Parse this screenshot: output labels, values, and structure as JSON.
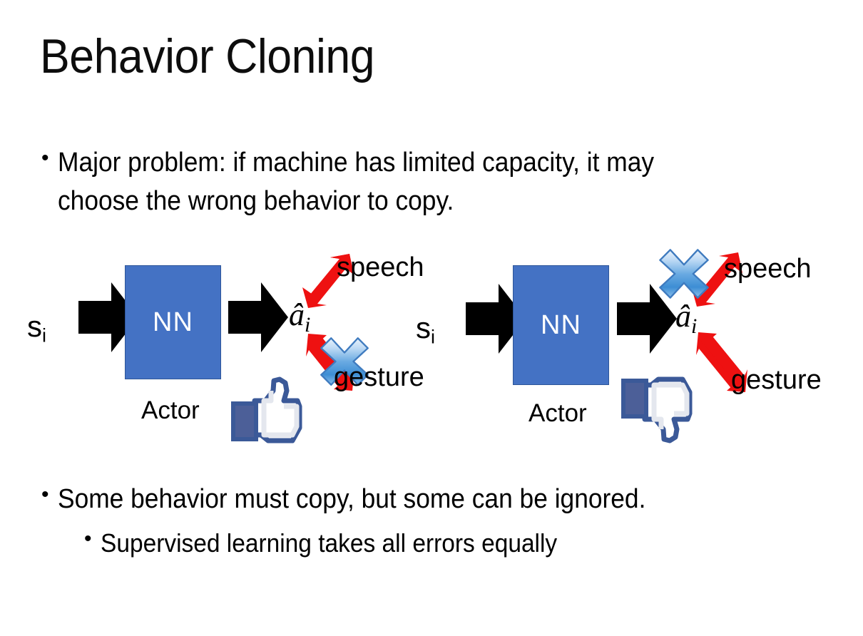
{
  "slide": {
    "title": "Behavior Cloning",
    "background_color": "#ffffff",
    "text_color": "#000000"
  },
  "bullets": {
    "top": {
      "marker": "•",
      "text": "Major problem: if machine has limited capacity, it may choose the wrong behavior to copy."
    },
    "bottom": {
      "marker": "•",
      "text": "Some behavior must copy, but some can be ignored."
    },
    "sub": {
      "marker": "•",
      "text": "Supervised learning takes all errors equally"
    }
  },
  "colors": {
    "nn_box_fill": "#4472C4",
    "nn_box_border": "#2e5699",
    "arrow_black": "#000000",
    "arrow_red": "#ee1111",
    "cross_blue_light": "#cfe3f7",
    "cross_blue_mid": "#7cb2e8",
    "cross_blue_dark": "#2f7fc9",
    "cross_outline": "#3f7bbf",
    "thumb_navy": "#3b5998",
    "thumb_fill": "#ffffff",
    "thumb_shade": "#e4e7ee"
  },
  "diagrams": [
    {
      "id": "left",
      "state_label": "s",
      "state_subscript": "i",
      "nn_text": "NN",
      "nn_caption": "Actor",
      "action_label": "â",
      "action_subscript": "i",
      "outputs": [
        {
          "name": "speech",
          "label": "speech",
          "crossed_out": false
        },
        {
          "name": "gesture",
          "label": "gesture",
          "crossed_out": true
        }
      ],
      "feedback_icon": "thumbs-up-icon",
      "feedback_meaning": "positive"
    },
    {
      "id": "right",
      "state_label": "s",
      "state_subscript": "i",
      "nn_text": "NN",
      "nn_caption": "Actor",
      "action_label": "â",
      "action_subscript": "i",
      "outputs": [
        {
          "name": "speech",
          "label": "speech",
          "crossed_out": true
        },
        {
          "name": "gesture",
          "label": "gesture",
          "crossed_out": false
        }
      ],
      "feedback_icon": "thumbs-down-icon",
      "feedback_meaning": "negative"
    }
  ]
}
